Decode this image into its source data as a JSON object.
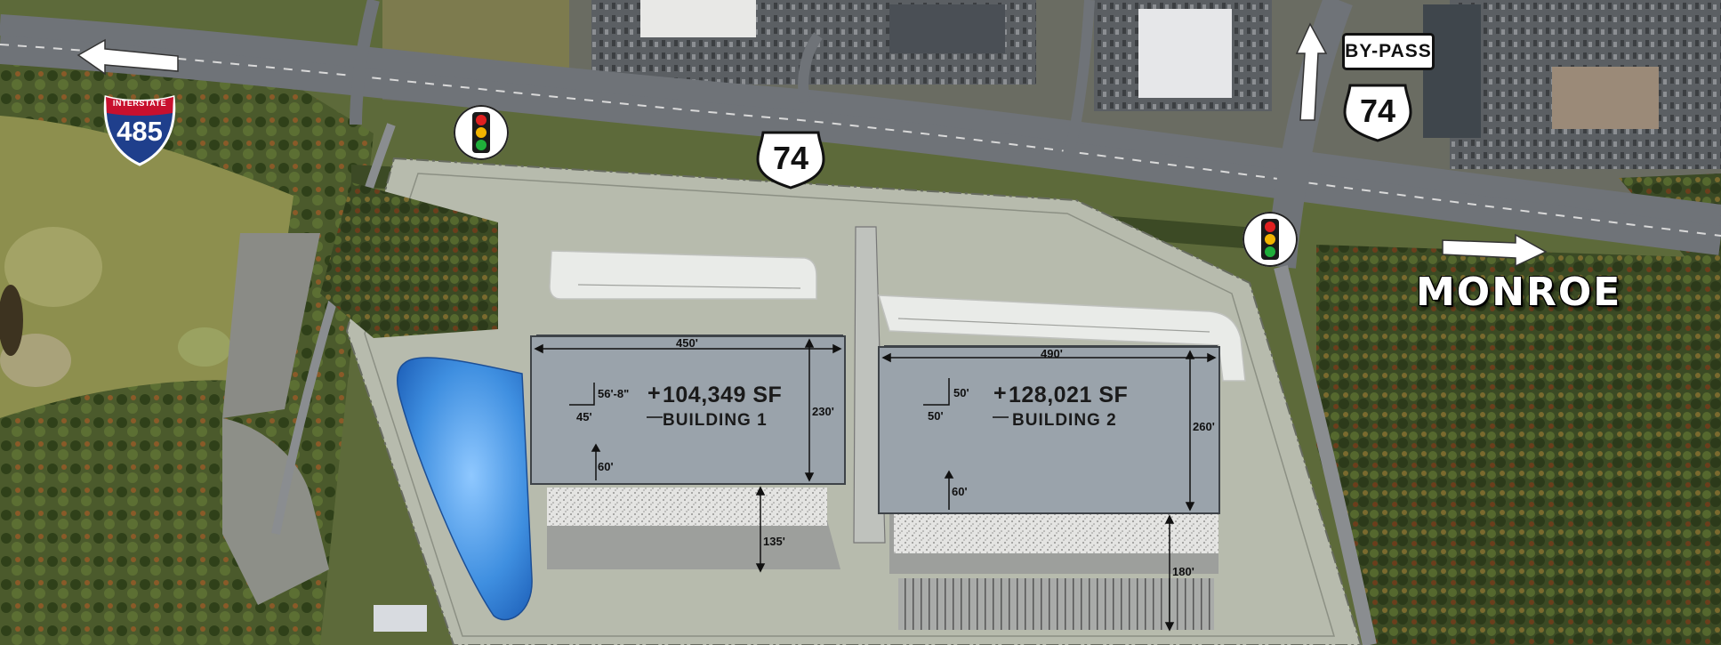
{
  "highways": {
    "interstate": {
      "top_text": "INTERSTATE",
      "number": "485",
      "colors": {
        "red": "#c8102e",
        "blue": "#1f3f8c"
      }
    },
    "us74_main": "74",
    "us74_bypass": "74",
    "bypass_label": "BY-PASS"
  },
  "places": {
    "monroe": "MONROE"
  },
  "icons": [
    "arrow-left-icon",
    "arrow-right-icon",
    "arrow-up-icon",
    "traffic-light-icon",
    "interstate-shield-icon",
    "us-route-shield-icon"
  ],
  "buildings": [
    {
      "name": "BUILDING 1",
      "area": "104,349 SF",
      "width": "450'",
      "depth": "230'",
      "column_spacing": "56'-8\"",
      "bay_spacing": "45'",
      "speed_bay": "60'",
      "truck_court": "135'"
    },
    {
      "name": "BUILDING 2",
      "area": "128,021 SF",
      "width": "490'",
      "depth": "260'",
      "column_spacing": "50'",
      "bay_spacing": "50'",
      "speed_bay": "60'",
      "truck_court": "180'"
    }
  ],
  "colors": {
    "building_roof": "#9aa3ab",
    "pond": "#3f93e0",
    "site_pad": "#b9bcb0",
    "forest": "#3a4a22",
    "road": "#6f7378"
  }
}
